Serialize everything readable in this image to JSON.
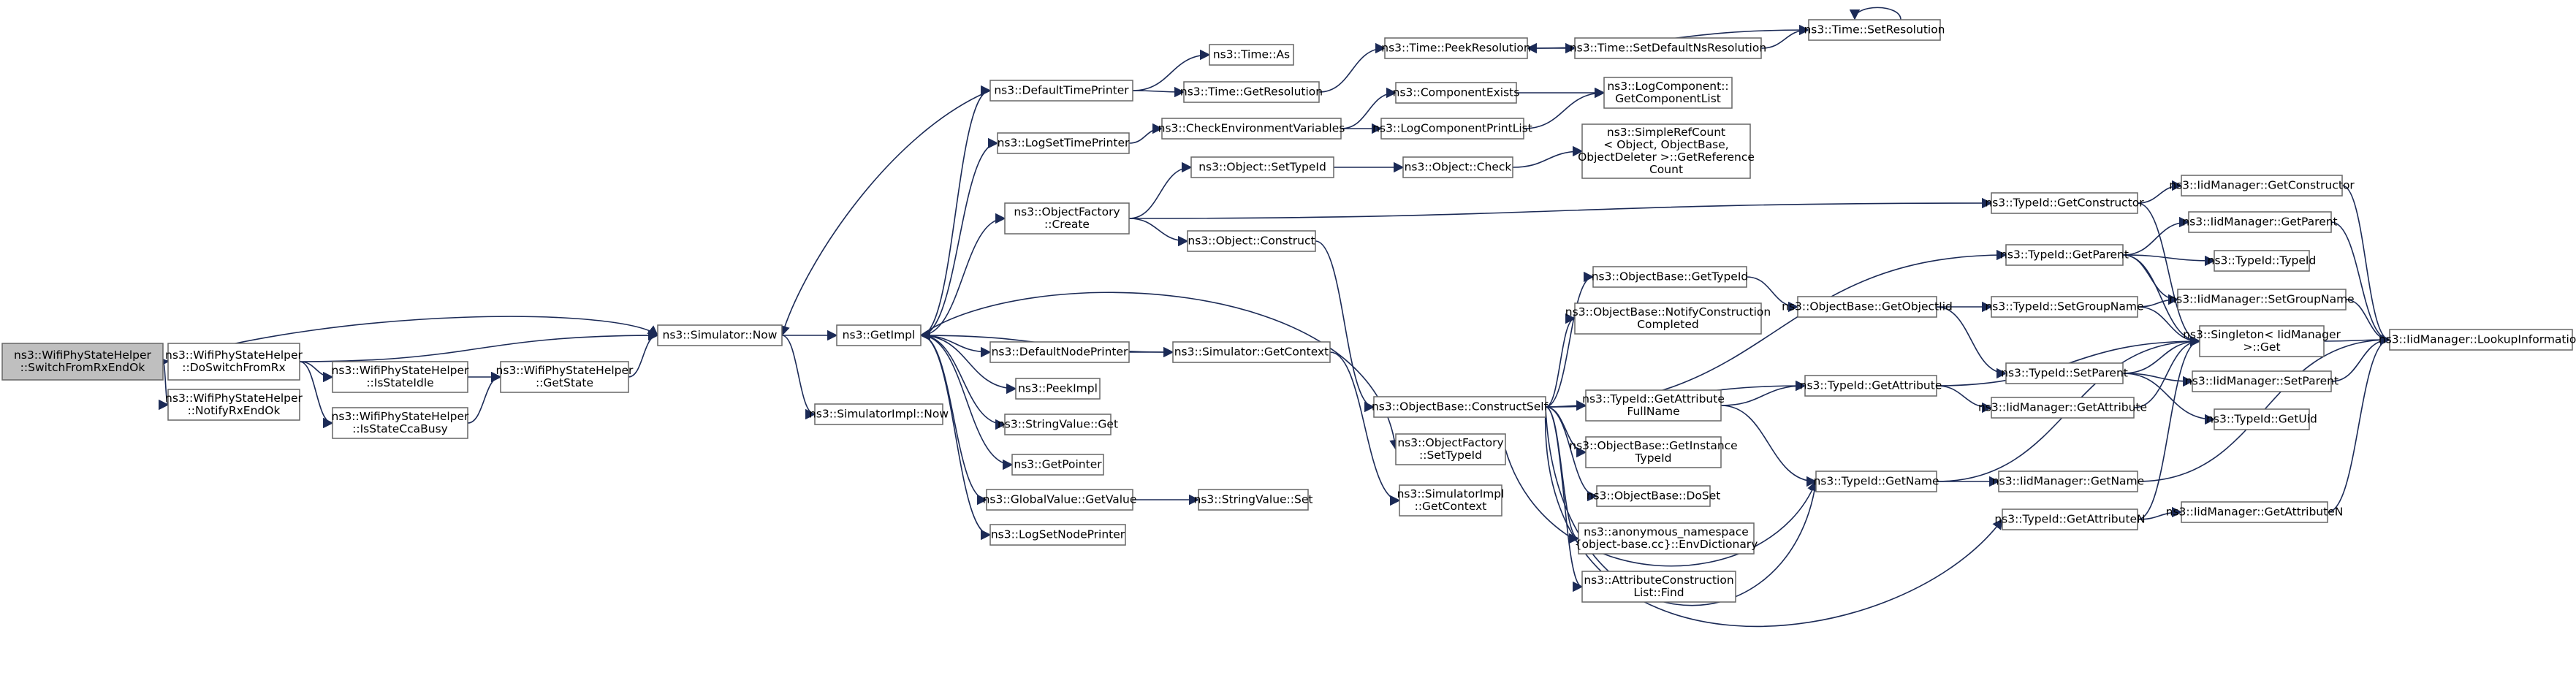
{
  "diagram": {
    "type": "call-graph",
    "edge_color": "#1b2a56",
    "root_fill": "#bfbfbf",
    "nodes": [
      {
        "id": "n0",
        "lines": [
          "ns3::WifiPhyStateHelper",
          "::SwitchFromRxEndOk"
        ],
        "root": true
      },
      {
        "id": "n1",
        "lines": [
          "ns3::WifiPhyStateHelper",
          "::DoSwitchFromRx"
        ]
      },
      {
        "id": "n2",
        "lines": [
          "ns3::WifiPhyStateHelper",
          "::NotifyRxEndOk"
        ]
      },
      {
        "id": "n3",
        "lines": [
          "ns3::Simulator::Now"
        ]
      },
      {
        "id": "n4",
        "lines": [
          "ns3::WifiPhyStateHelper",
          "::IsStateIdle"
        ]
      },
      {
        "id": "n5",
        "lines": [
          "ns3::WifiPhyStateHelper",
          "::IsStateCcaBusy"
        ]
      },
      {
        "id": "n6",
        "lines": [
          "ns3::WifiPhyStateHelper",
          "::GetState"
        ]
      },
      {
        "id": "n7",
        "lines": [
          "ns3::GetImpl"
        ]
      },
      {
        "id": "n8",
        "lines": [
          "ns3::SimulatorImpl::Now"
        ]
      },
      {
        "id": "n9",
        "lines": [
          "ns3::DefaultTimePrinter"
        ]
      },
      {
        "id": "n10",
        "lines": [
          "ns3::LogSetTimePrinter"
        ]
      },
      {
        "id": "n11",
        "lines": [
          "ns3::ObjectFactory",
          "::Create"
        ]
      },
      {
        "id": "n12",
        "lines": [
          "ns3::DefaultNodePrinter"
        ]
      },
      {
        "id": "n13",
        "lines": [
          "ns3::PeekImpl"
        ]
      },
      {
        "id": "n14",
        "lines": [
          "ns3::StringValue::Get"
        ]
      },
      {
        "id": "n15",
        "lines": [
          "ns3::GetPointer"
        ]
      },
      {
        "id": "n16",
        "lines": [
          "ns3::GlobalValue::GetValue"
        ]
      },
      {
        "id": "n17",
        "lines": [
          "ns3::LogSetNodePrinter"
        ]
      },
      {
        "id": "n18",
        "lines": [
          "ns3::Time::As"
        ]
      },
      {
        "id": "n19",
        "lines": [
          "ns3::Time::GetResolution"
        ]
      },
      {
        "id": "n20",
        "lines": [
          "ns3::CheckEnvironmentVariables"
        ]
      },
      {
        "id": "n21",
        "lines": [
          "ns3::Object::SetTypeId"
        ]
      },
      {
        "id": "n22",
        "lines": [
          "ns3::Object::Construct"
        ]
      },
      {
        "id": "n23",
        "lines": [
          "ns3::Simulator::GetContext"
        ]
      },
      {
        "id": "n24",
        "lines": [
          "ns3::StringValue::Set"
        ]
      },
      {
        "id": "n25",
        "lines": [
          "ns3::Time::PeekResolution"
        ]
      },
      {
        "id": "n26",
        "lines": [
          "ns3::ComponentExists"
        ]
      },
      {
        "id": "n27",
        "lines": [
          "ns3::LogComponentPrintList"
        ]
      },
      {
        "id": "n28",
        "lines": [
          "ns3::Object::Check"
        ]
      },
      {
        "id": "n29",
        "lines": [
          "ns3::ObjectBase::ConstructSelf"
        ]
      },
      {
        "id": "n30",
        "lines": [
          "ns3::ObjectFactory",
          "::SetTypeId"
        ]
      },
      {
        "id": "n31",
        "lines": [
          "ns3::SimulatorImpl",
          "::GetContext"
        ]
      },
      {
        "id": "n32",
        "lines": [
          "ns3::Time::SetDefaultNsResolution"
        ]
      },
      {
        "id": "n33",
        "lines": [
          "ns3::Time::SetResolution"
        ]
      },
      {
        "id": "n34",
        "lines": [
          "ns3::LogComponent::",
          "GetComponentList"
        ]
      },
      {
        "id": "n35",
        "lines": [
          "ns3::SimpleRefCount",
          "< Object, ObjectBase,",
          "ObjectDeleter >::GetReference",
          "Count"
        ]
      },
      {
        "id": "n36",
        "lines": [
          "ns3::ObjectBase::GetTypeId"
        ]
      },
      {
        "id": "n37",
        "lines": [
          "ns3::ObjectBase::NotifyConstruction",
          "Completed"
        ]
      },
      {
        "id": "n38",
        "lines": [
          "ns3::TypeId::GetAttribute",
          "FullName"
        ]
      },
      {
        "id": "n39",
        "lines": [
          "ns3::ObjectBase::GetInstance",
          "TypeId"
        ]
      },
      {
        "id": "n40",
        "lines": [
          "ns3::ObjectBase::DoSet"
        ]
      },
      {
        "id": "n41",
        "lines": [
          "ns3::anonymous_namespace",
          "{object-base.cc}::EnvDictionary"
        ]
      },
      {
        "id": "n42",
        "lines": [
          "ns3::AttributeConstruction",
          "List::Find"
        ]
      },
      {
        "id": "n43",
        "lines": [
          "ns3::ObjectBase::GetObjectIid"
        ]
      },
      {
        "id": "n44",
        "lines": [
          "ns3::TypeId::GetAttribute"
        ]
      },
      {
        "id": "n45",
        "lines": [
          "ns3::TypeId::GetName"
        ]
      },
      {
        "id": "n46",
        "lines": [
          "ns3::TypeId::GetAttributeN"
        ]
      },
      {
        "id": "n47",
        "lines": [
          "ns3::TypeId::GetConstructor"
        ]
      },
      {
        "id": "n48",
        "lines": [
          "ns3::TypeId::GetParent"
        ]
      },
      {
        "id": "n49",
        "lines": [
          "ns3::TypeId::SetGroupName"
        ]
      },
      {
        "id": "n50",
        "lines": [
          "ns3::TypeId::SetParent"
        ]
      },
      {
        "id": "n51",
        "lines": [
          "ns3::IidManager::GetAttribute"
        ]
      },
      {
        "id": "n52",
        "lines": [
          "ns3::IidManager::GetName"
        ]
      },
      {
        "id": "n53",
        "lines": [
          "ns3::IidManager::GetAttributeN"
        ]
      },
      {
        "id": "n54",
        "lines": [
          "ns3::IidManager::GetConstructor"
        ]
      },
      {
        "id": "n55",
        "lines": [
          "ns3::IidManager::GetParent"
        ]
      },
      {
        "id": "n56",
        "lines": [
          "ns3::TypeId::TypeId"
        ]
      },
      {
        "id": "n57",
        "lines": [
          "ns3::IidManager::SetGroupName"
        ]
      },
      {
        "id": "n58",
        "lines": [
          "ns3::Singleton< IidManager",
          ">::Get"
        ]
      },
      {
        "id": "n59",
        "lines": [
          "ns3::IidManager::SetParent"
        ]
      },
      {
        "id": "n60",
        "lines": [
          "ns3::TypeId::GetUid"
        ]
      },
      {
        "id": "n61",
        "lines": [
          "ns3::IidManager::LookupInformation"
        ]
      }
    ]
  }
}
